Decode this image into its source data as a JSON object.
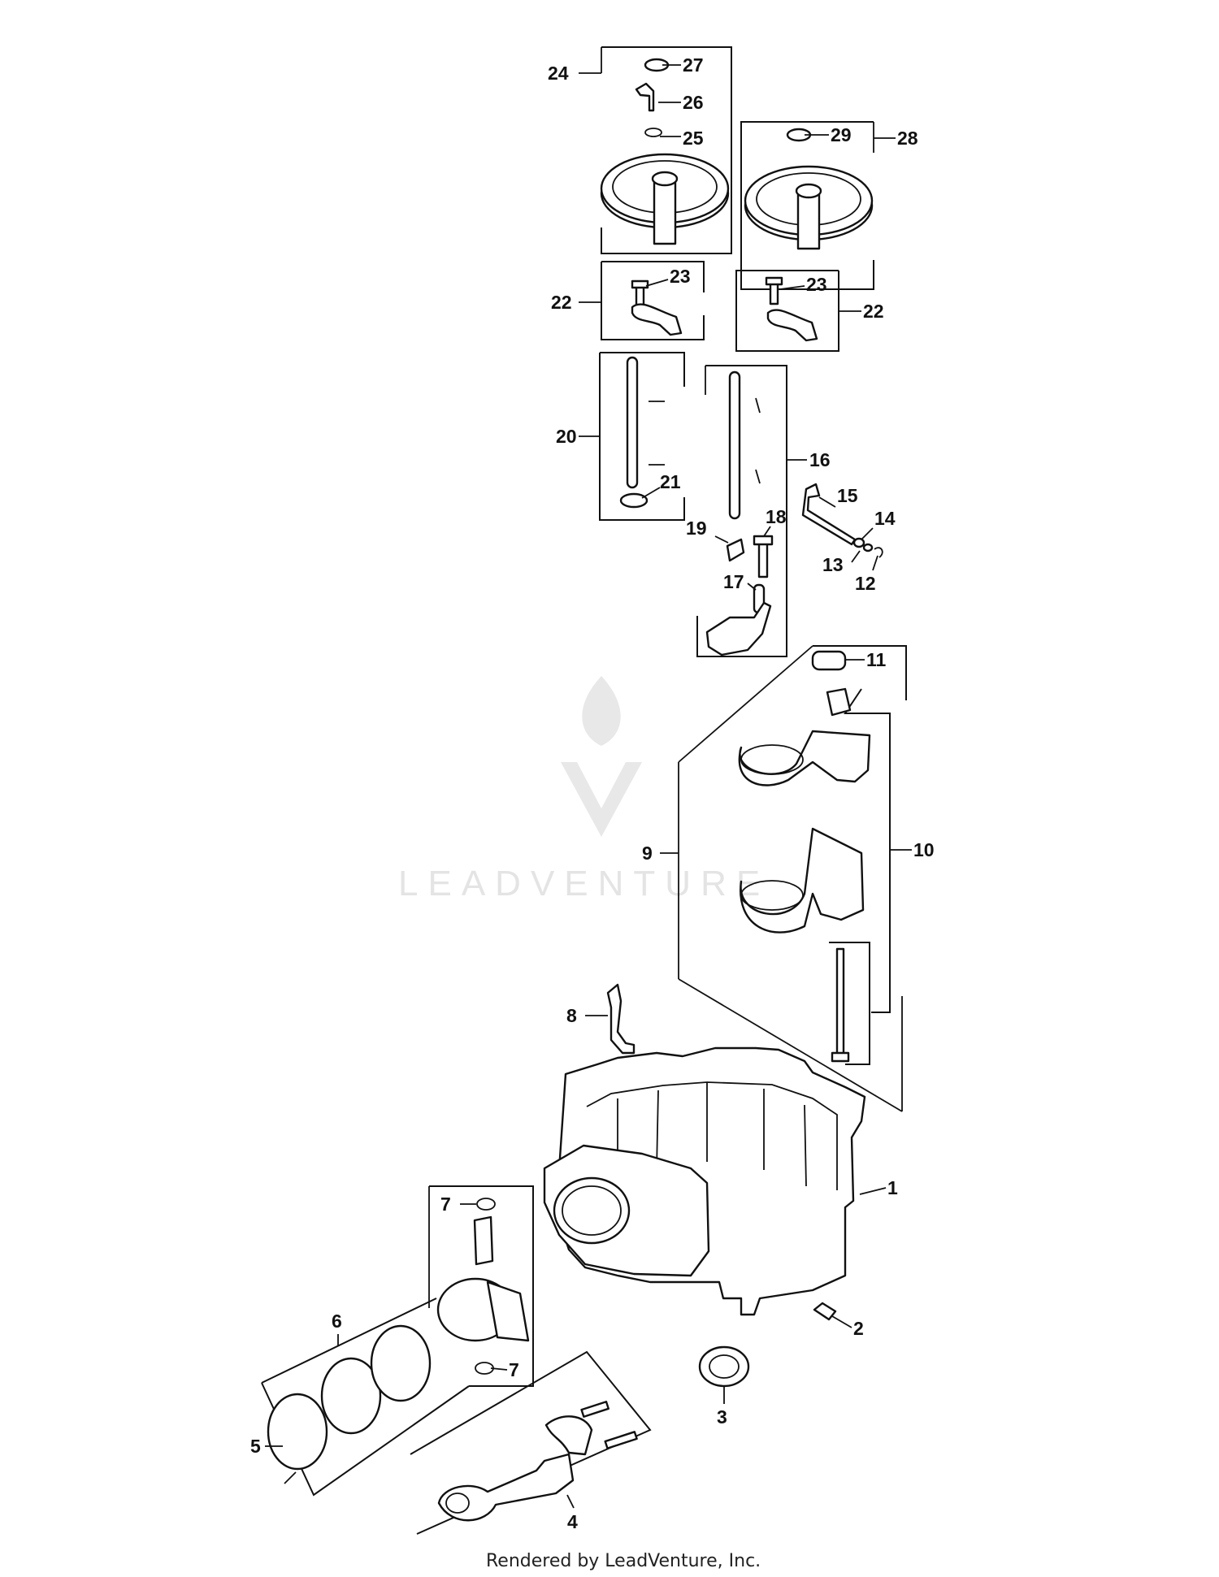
{
  "callouts": [
    "1",
    "2",
    "3",
    "4",
    "5",
    "6",
    "7",
    "7",
    "8",
    "9",
    "10",
    "11",
    "12",
    "13",
    "14",
    "15",
    "16",
    "17",
    "18",
    "19",
    "20",
    "21",
    "22",
    "22",
    "23",
    "23",
    "24",
    "25",
    "26",
    "27",
    "28",
    "29"
  ],
  "watermark": "LEADVENTURE",
  "footer": "Rendered by LeadVenture, Inc."
}
